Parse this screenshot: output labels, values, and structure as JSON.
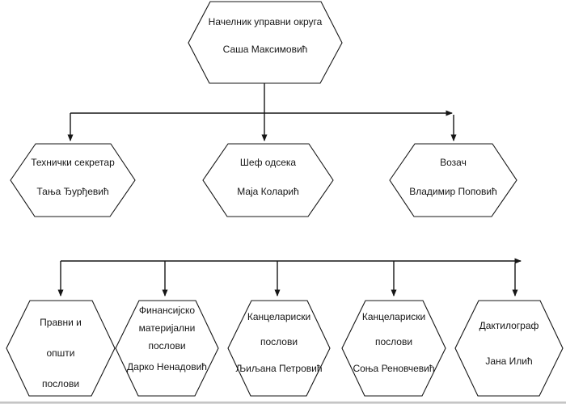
{
  "colors": {
    "line": "#161616",
    "background": "#ffffff",
    "node_fill": "#ffffff"
  },
  "chart": {
    "type": "org-chart",
    "top": {
      "role": "Начелник управни округа",
      "person": "Саша Максимовић"
    },
    "row2": [
      {
        "role": "Технички секретар",
        "person": "Тања Ђурђевић"
      },
      {
        "role": "Шеф одсека",
        "person": "Маја Коларић"
      },
      {
        "role": "Возач",
        "person": "Владимир Поповић"
      }
    ],
    "row3": [
      {
        "role_lines": [
          "Правни и",
          "општи",
          "послови"
        ],
        "person": ""
      },
      {
        "role_lines": [
          "Финансијско",
          "материјални",
          "послови"
        ],
        "person": "Дарко Ненадовић"
      },
      {
        "role_lines": [
          "Канцелариски",
          "послови"
        ],
        "person": "Љиљана Петровић"
      },
      {
        "role_lines": [
          "Канцелариски",
          "послови"
        ],
        "person": "Соња Реновчевић"
      },
      {
        "role_lines": [
          "Дактилограф"
        ],
        "person": "Јана Илић"
      }
    ]
  }
}
